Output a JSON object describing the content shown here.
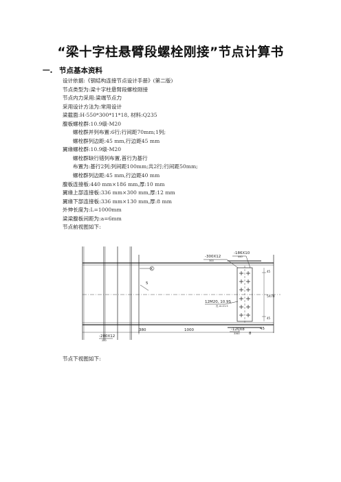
{
  "title": "“梁十字柱悬臂段螺栓刚接”节点计算书",
  "section": {
    "number": "一.",
    "title": "节点基本资料"
  },
  "lines": [
    {
      "text": "设计依据:《钢结构连接节点设计手册》(第二版)",
      "indent": false
    },
    {
      "text": "节点类型为:梁十字柱悬臂段螺栓刚接",
      "indent": false
    },
    {
      "text": "节点内力采用:梁端节点力",
      "indent": false
    },
    {
      "text": "采用设计方法为:常用设计",
      "indent": false
    },
    {
      "text": "梁截面:H-550*300*11*18, 材料:Q235",
      "indent": false
    },
    {
      "text": "腹板螺栓群:10.9级-M20",
      "indent": false
    },
    {
      "text": "螺栓群并列布置:6行;行间距70mm;1列;",
      "indent": true
    },
    {
      "text": "螺栓群列边距:45 mm,行边距45 mm",
      "indent": true
    },
    {
      "text": "翼缘螺栓群:10.9级-M20",
      "indent": false
    },
    {
      "text": "螺栓群缺行错列布置,首行为基行",
      "indent": true
    },
    {
      "text": "布置为:基行2列;列间距100mm;共2行;行间距50mm;",
      "indent": true
    },
    {
      "text": "螺栓群列边距:45 mm,行边距40 mm",
      "indent": true
    },
    {
      "text": "腹板连接板:440 mm×186 mm,厚:10 mm",
      "indent": false
    },
    {
      "text": "翼缘上部连接板:336 mm×300 mm,厚:12 mm",
      "indent": false
    },
    {
      "text": "翼缘下部连接板:336 mm×130 mm,厚:8 mm",
      "indent": false
    },
    {
      "text": "外伸长度为:L=1000mm",
      "indent": false
    },
    {
      "text": "梁梁腹板间距为:a=6mm",
      "indent": false
    },
    {
      "text": "节点前视图如下:",
      "indent": false
    }
  ],
  "drawing": {
    "labels": {
      "top_left_plate": "-300X12",
      "top_left_sub": "300",
      "top_right_plate": "-186X10",
      "top_right_sub": "440",
      "weld_marker": "K",
      "weld_num": "5",
      "section_mark": "5",
      "bolt_note": "12M20, 10.9S",
      "bolt_sub": "孔 d=21.5",
      "dim_380": "380",
      "dim_1000": "1000",
      "bottom_plate": "-120X8",
      "bottom_sub": "336",
      "bottom_left_plate": "-280X12",
      "bottom_left_sub": "280",
      "right_dims": [
        "45",
        "5X70",
        "45"
      ],
      "bottom_right_dim": "45",
      "bottom_right_num": "8"
    }
  },
  "caption_bottom": "节点下视图如下:"
}
